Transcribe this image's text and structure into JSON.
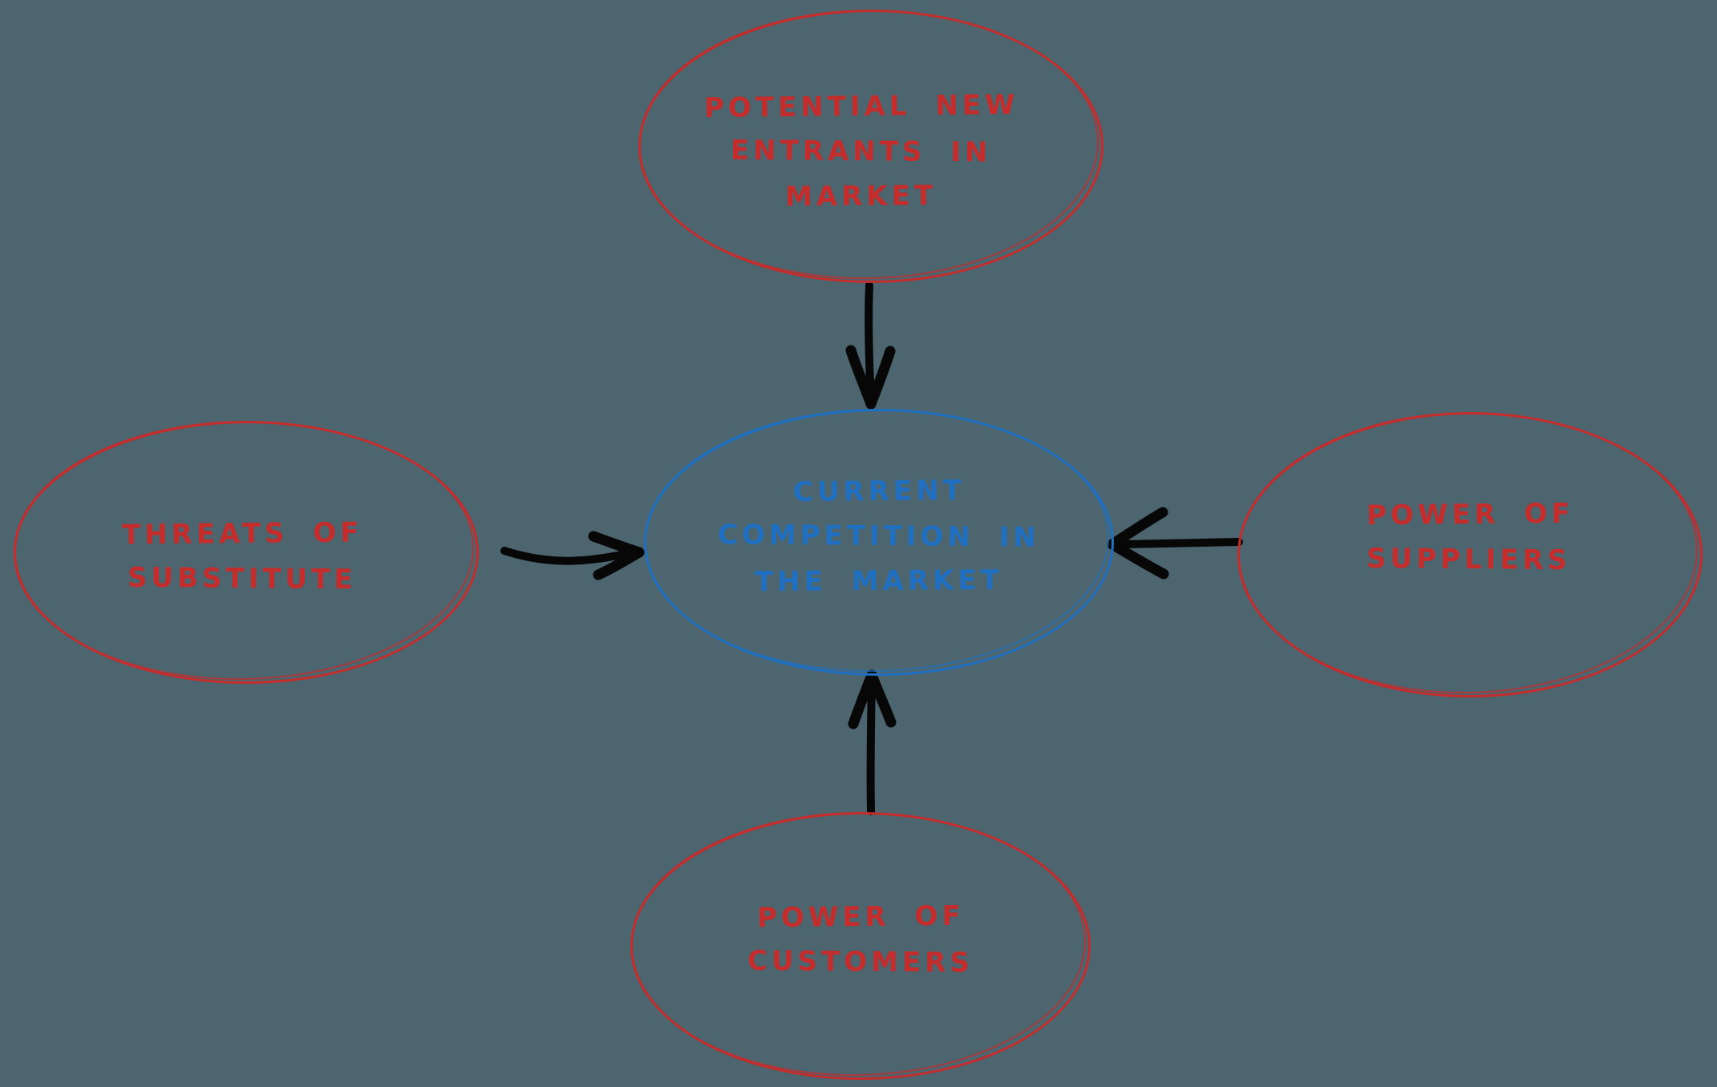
{
  "diagram": {
    "type": "five-forces-diagram",
    "colors": {
      "background": "#4d656e",
      "red": "#c52c2c",
      "blue": "#1f70c2",
      "arrow": "#070707"
    },
    "nodes": {
      "entrants": {
        "id": "potential-new-entrants",
        "color": "red",
        "lines": [
          "POTENTIAL NEW",
          "ENTRANTS IN",
          "MARKET"
        ]
      },
      "substitute": {
        "id": "threats-of-substitute",
        "color": "red",
        "lines": [
          "THREATS OF",
          "SUBSTITUTE"
        ]
      },
      "competition": {
        "id": "current-competition",
        "color": "blue",
        "lines": [
          "CURRENT",
          "COMPETITION IN",
          "THE MARKET"
        ]
      },
      "suppliers": {
        "id": "power-of-suppliers",
        "color": "red",
        "lines": [
          "POWER OF",
          "SUPPLIERS"
        ]
      },
      "customers": {
        "id": "power-of-customers",
        "color": "red",
        "lines": [
          "POWER OF",
          "CUSTOMERS"
        ]
      }
    },
    "arrows": [
      {
        "from": "potential-new-entrants",
        "to": "current-competition",
        "direction": "down"
      },
      {
        "from": "threats-of-substitute",
        "to": "current-competition",
        "direction": "right"
      },
      {
        "from": "power-of-suppliers",
        "to": "current-competition",
        "direction": "left"
      },
      {
        "from": "power-of-customers",
        "to": "current-competition",
        "direction": "up"
      }
    ]
  }
}
